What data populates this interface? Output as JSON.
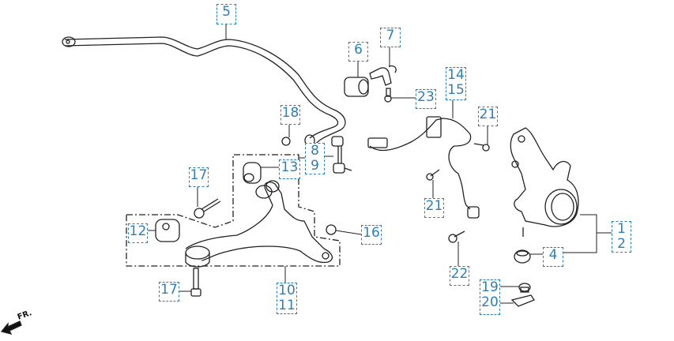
{
  "diagram": {
    "front_indicator": "FR.",
    "callouts": {
      "c5": [
        "5"
      ],
      "c6": [
        "6"
      ],
      "c7": [
        "7"
      ],
      "c14": [
        "14",
        "15"
      ],
      "c23": [
        "23"
      ],
      "c18": [
        "18"
      ],
      "c8": [
        "8",
        "9"
      ],
      "c13": [
        "13"
      ],
      "c17a": [
        "17"
      ],
      "c21a": [
        "21"
      ],
      "c21b": [
        "21"
      ],
      "c12": [
        "12"
      ],
      "c16": [
        "16"
      ],
      "c10": [
        "10",
        "11"
      ],
      "c17b": [
        "17"
      ],
      "c22": [
        "22"
      ],
      "c19": [
        "19",
        "20"
      ],
      "c1": [
        "1",
        "2"
      ],
      "c4": [
        "4"
      ]
    },
    "colors": {
      "callout": "#2f7fb5",
      "line": "#222222"
    }
  }
}
